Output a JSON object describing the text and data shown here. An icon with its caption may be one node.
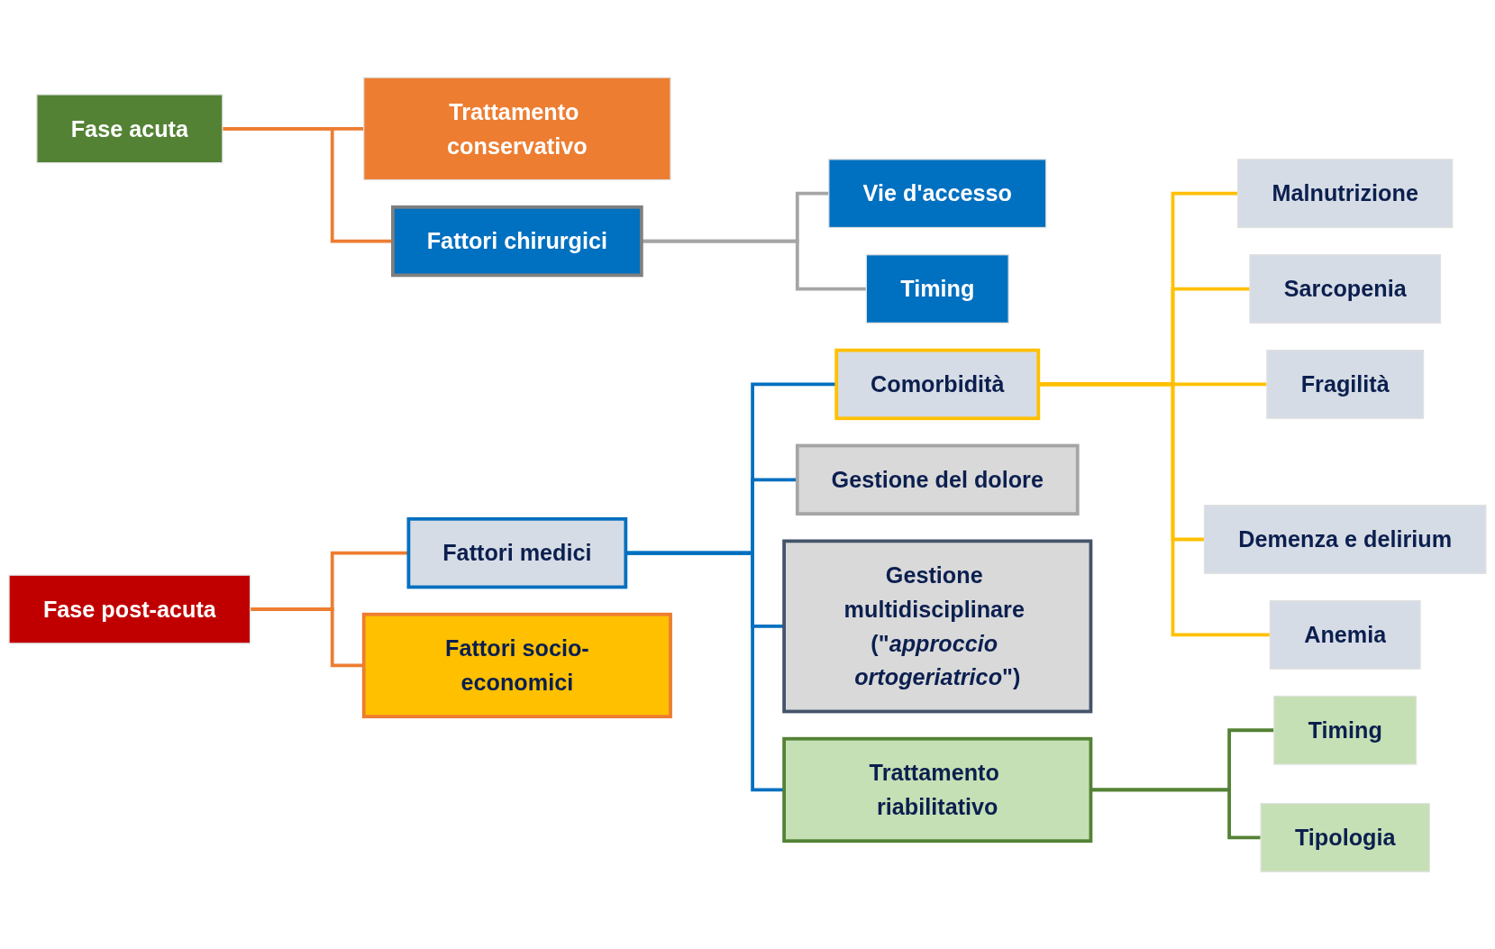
{
  "diagram": {
    "nodes": [
      {
        "text": [
          "Fase acuta"
        ]
      },
      {
        "text": [
          "Trattamento conservativo"
        ]
      },
      {
        "text": [
          "Fattori chirurgici"
        ]
      },
      {
        "text": [
          "Vie d'accesso"
        ]
      },
      {
        "text": [
          "Timing"
        ]
      },
      {
        "text": [
          "Fase post-acuta"
        ]
      },
      {
        "text": [
          "Fattori medici"
        ]
      },
      {
        "text": [
          "Fattori socio-economici"
        ]
      },
      {
        "text": [
          "Comorbidità"
        ]
      },
      {
        "text": [
          "Gestione del dolore"
        ]
      },
      {
        "text": [
          "Gestione multidisciplinare (\"*approccio ortogeriatrico*\")"
        ]
      },
      {
        "text": [
          "Trattamento riabilitativo"
        ]
      },
      {
        "text": [
          "Malnutrizione"
        ]
      },
      {
        "text": [
          "Sarcopenia"
        ]
      },
      {
        "text": [
          "Fragilità"
        ]
      },
      {
        "text": [
          "Demenza e delirium"
        ]
      },
      {
        "text": [
          "Anemia"
        ]
      },
      {
        "text": [
          "Timing"
        ]
      },
      {
        "text": [
          "Tipologia"
        ]
      }
    ],
    "edges": [
      {
        "from": 0,
        "to": 1,
        "arrow": "none",
        "color": "#ed7d31"
      },
      {
        "from": 0,
        "to": 2,
        "arrow": "none",
        "color": "#ed7d31"
      },
      {
        "from": 2,
        "to": 3,
        "arrow": "none",
        "color": "#a5a5a5"
      },
      {
        "from": 2,
        "to": 4,
        "arrow": "none",
        "color": "#a5a5a5"
      },
      {
        "from": 5,
        "to": 6,
        "arrow": "none",
        "color": "#ed7d31"
      },
      {
        "from": 5,
        "to": 7,
        "arrow": "none",
        "color": "#ed7d31"
      },
      {
        "from": 6,
        "to": 8,
        "arrow": "none",
        "color": "#0070c0"
      },
      {
        "from": 6,
        "to": 9,
        "arrow": "none",
        "color": "#0070c0"
      },
      {
        "from": 6,
        "to": 10,
        "arrow": "none",
        "color": "#0070c0"
      },
      {
        "from": 6,
        "to": 11,
        "arrow": "none",
        "color": "#0070c0"
      },
      {
        "from": 8,
        "to": 12,
        "arrow": "none",
        "color": "#ffc000"
      },
      {
        "from": 8,
        "to": 13,
        "arrow": "none",
        "color": "#ffc000"
      },
      {
        "from": 8,
        "to": 14,
        "arrow": "none",
        "color": "#ffc000"
      },
      {
        "from": 8,
        "to": 15,
        "arrow": "none",
        "color": "#ffc000"
      },
      {
        "from": 8,
        "to": 16,
        "arrow": "none",
        "color": "#ffc000"
      },
      {
        "from": 11,
        "to": 17,
        "arrow": "none",
        "color": "#548235"
      },
      {
        "from": 11,
        "to": 18,
        "arrow": "none",
        "color": "#548235"
      }
    ]
  }
}
